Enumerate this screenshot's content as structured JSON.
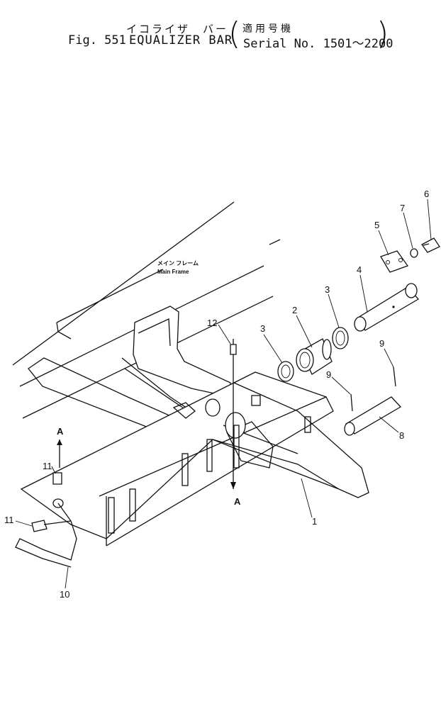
{
  "title": {
    "japanese_part_name": "イコライザ　バー",
    "japanese_serial_label": "適用号機",
    "figure_number": "Fig. 551",
    "part_name": "EQUALIZER BAR",
    "serial_range": "Serial No. 1501～2200"
  },
  "labels": {
    "main_frame_jp": "メイン フレーム",
    "main_frame": "Main Frame",
    "view_arrow_upper": "A",
    "view_arrow_lower": "A"
  },
  "callouts": [
    "1",
    "2",
    "3",
    "3",
    "4",
    "5",
    "6",
    "7",
    "8",
    "9",
    "9",
    "10",
    "11",
    "11",
    "12"
  ]
}
